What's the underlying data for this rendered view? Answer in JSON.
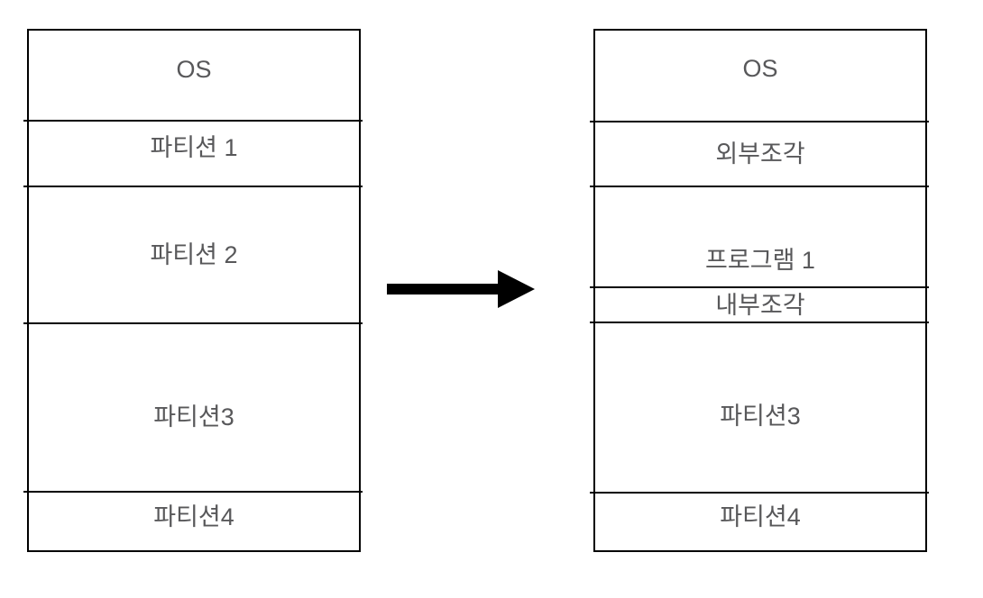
{
  "diagram": {
    "left_stack": {
      "rows": [
        "OS",
        "파티션 1",
        "파티션 2",
        "파티션3",
        "파티션4"
      ]
    },
    "right_stack": {
      "rows": [
        "OS",
        "외부조각",
        "프로그램 1",
        "내부조각",
        "파티션3",
        "파티션4"
      ]
    },
    "arrow": {
      "icon": "right-arrow-icon",
      "direction": "right"
    },
    "colors": {
      "border": "#000000",
      "arrow": "#000000",
      "label_text": "#58585a",
      "background": "#ffffff"
    }
  }
}
